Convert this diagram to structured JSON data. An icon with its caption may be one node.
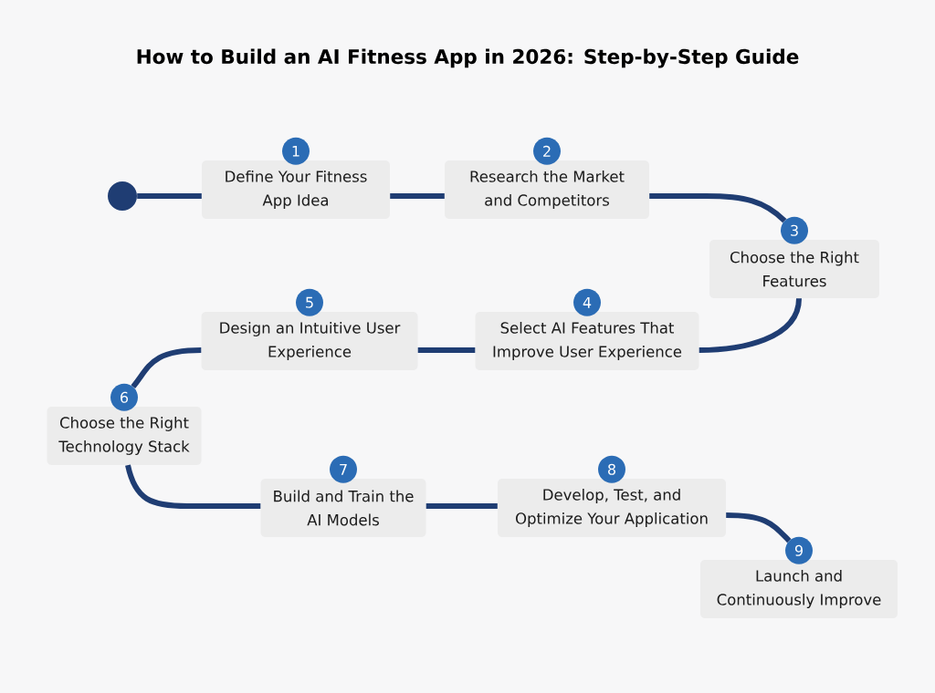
{
  "diagram": {
    "title": "How to Build an AI Fitness App in 2026: Step-by-Step Guide",
    "nodes": [
      {
        "text": [],
        "shape": "circle"
      },
      {
        "text": [
          "1",
          "Define Your Fitness App Idea"
        ]
      },
      {
        "text": [
          "2",
          "Research the Market and Competitors"
        ]
      },
      {
        "text": [
          "3",
          "Choose the Right Features"
        ]
      },
      {
        "text": [
          "4",
          "Select AI Features That Improve User Experience"
        ]
      },
      {
        "text": [
          "5",
          "Design an Intuitive User Experience"
        ]
      },
      {
        "text": [
          "6",
          "Choose the Right Technology Stack"
        ]
      },
      {
        "text": [
          "7",
          "Build and Train the AI Models"
        ]
      },
      {
        "text": [
          "8",
          "Develop, Test, and Optimize Your Application"
        ]
      },
      {
        "text": [
          "9",
          "Launch and Continuously Improve"
        ]
      }
    ],
    "edges": [
      {
        "from": 0,
        "to": 1,
        "arrow": "none"
      },
      {
        "from": 1,
        "to": 2,
        "arrow": "none"
      },
      {
        "from": 2,
        "to": 3,
        "arrow": "none"
      },
      {
        "from": 3,
        "to": 4,
        "arrow": "none"
      },
      {
        "from": 4,
        "to": 5,
        "arrow": "none"
      },
      {
        "from": 5,
        "to": 6,
        "arrow": "none"
      },
      {
        "from": 6,
        "to": 7,
        "arrow": "none"
      },
      {
        "from": 7,
        "to": 8,
        "arrow": "none"
      },
      {
        "from": 8,
        "to": 9,
        "arrow": "none"
      }
    ]
  }
}
